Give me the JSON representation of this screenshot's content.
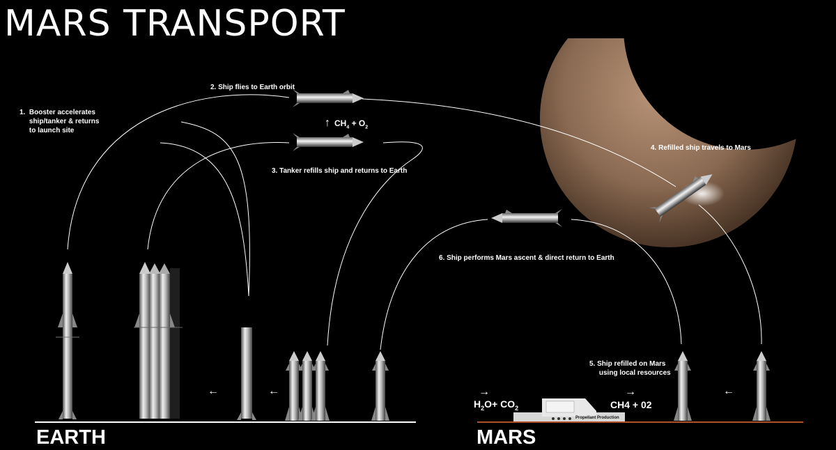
{
  "title": "MARS TRANSPORT",
  "steps": {
    "step1": "1.  Booster accelerates\n     ship/tanker & returns\n     to launch site",
    "step2": "2. Ship flies to Earth orbit",
    "step3": "3. Tanker refills ship and returns to Earth",
    "step4": "4. Refilled ship travels to Mars",
    "step5": "5. Ship refilled on Mars\n     using local resources",
    "step6": "6. Ship performs Mars ascent & direct return to Earth"
  },
  "propellant_transfer": {
    "arrow": "↑",
    "ch": "CH",
    "sub4": "4",
    "plus_o": " + O",
    "sub2": "2"
  },
  "mars_inputs": {
    "arrow": "→",
    "h": "H",
    "sub2": "2",
    "rest": "O+ CO",
    "sub2b": "2"
  },
  "mars_outputs": {
    "arrow": "→",
    "text": "CH4 + 02"
  },
  "plant_label": "Propellant Production",
  "ground_labels": {
    "earth": "EARTH",
    "mars": "MARS"
  },
  "left_arrows": [
    "←",
    "←",
    "←"
  ],
  "colors": {
    "earth_ground": "#ffffff",
    "mars_ground": "#b0502c",
    "mars_planet": "#8a6a52",
    "background": "#000000"
  }
}
